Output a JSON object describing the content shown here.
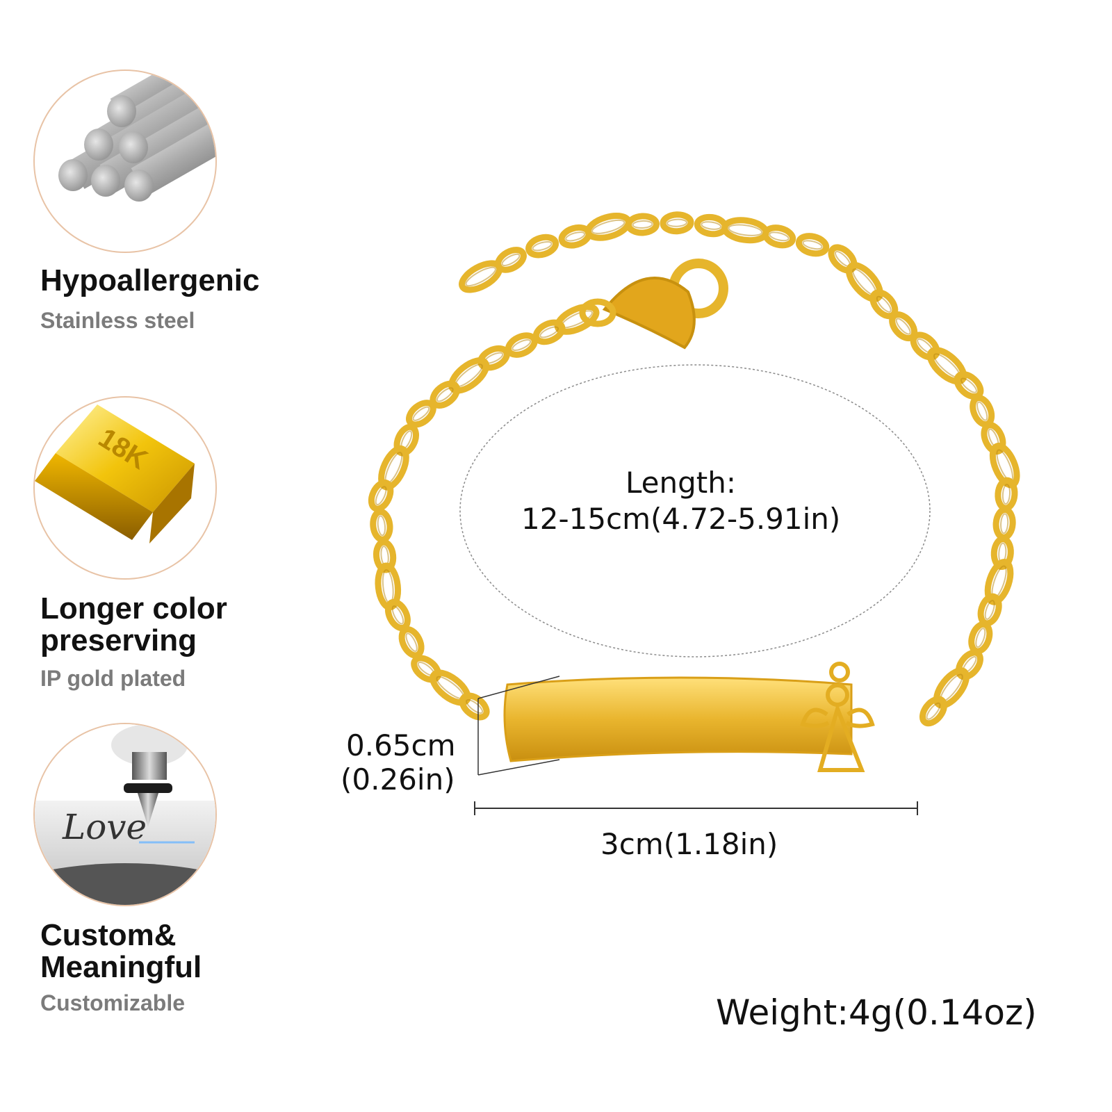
{
  "features": [
    {
      "icon": "steel-rods-icon",
      "title": "Hypoallergenic",
      "subtitle": "Stainless steel"
    },
    {
      "icon": "gold-bar-icon",
      "badge": "18K",
      "title_line1": "Longer color",
      "title_line2": "preserving",
      "subtitle": "IP gold plated"
    },
    {
      "icon": "engraving-pen-icon",
      "engraving": "Love",
      "title_line1": "Custom&",
      "title_line2": "Meaningful",
      "subtitle": "Customizable"
    }
  ],
  "product": {
    "length_label": "Length:",
    "length_value": "12-15cm(4.72-5.91in)",
    "height_cm": "0.65cm",
    "height_in": "(0.26in)",
    "width_label": "3cm(1.18in)",
    "weight_label": "Weight:4g(0.14oz)"
  },
  "colors": {
    "gold": "#e6b52c",
    "gold_dark": "#b8870f",
    "circle_border": "#e8c3a6",
    "subtitle_gray": "#7b7b7b"
  }
}
